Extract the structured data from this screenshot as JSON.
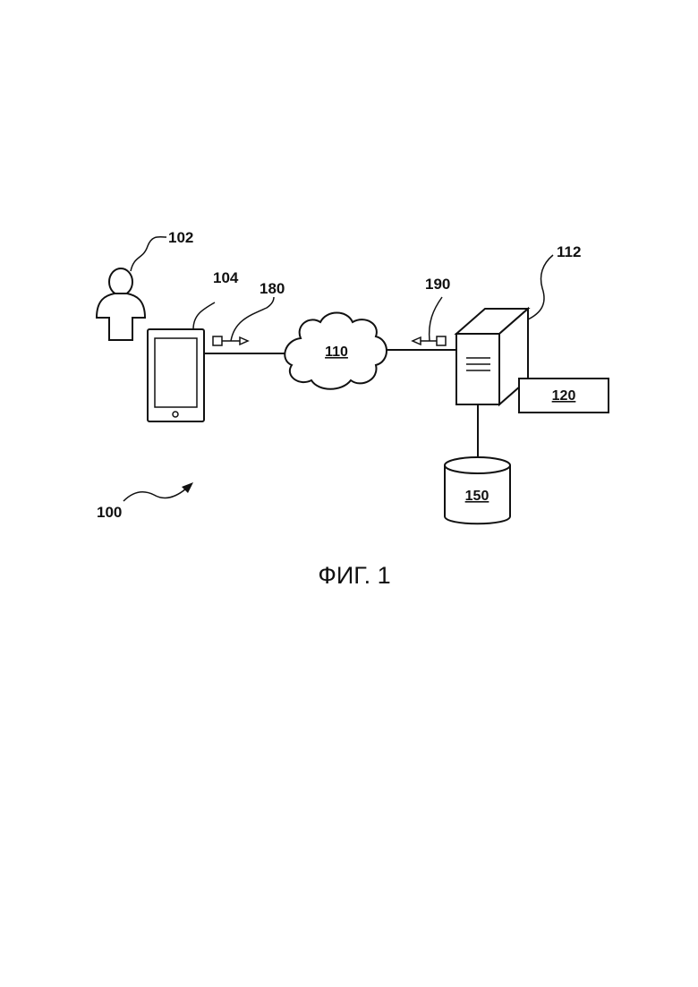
{
  "figure": {
    "caption": "ФИГ. 1",
    "system_ref": "100",
    "user_ref": "102",
    "device_ref": "104",
    "network_label": "110",
    "server_ref": "112",
    "module_label": "120",
    "database_label": "150",
    "request_ref": "180",
    "response_ref": "190"
  },
  "icons": {
    "user": "person-icon",
    "device": "smartphone-icon",
    "network": "cloud-icon",
    "server": "server-icon",
    "database": "database-icon",
    "request": "arrow-right-icon",
    "response": "arrow-left-icon"
  }
}
